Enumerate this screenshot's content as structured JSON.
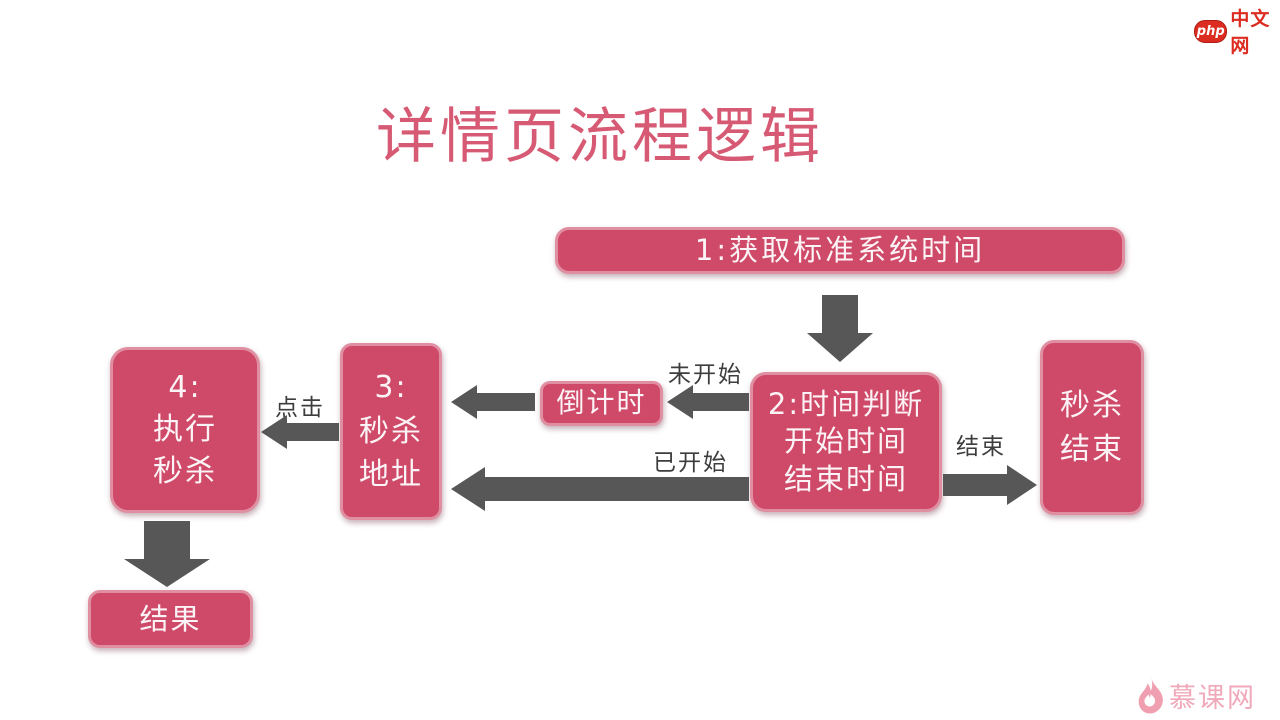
{
  "theme": {
    "box_fill": "#cf4a68",
    "box_border": "#e08fa2",
    "box_text": "#fbf3f5",
    "arrow": "#575757",
    "label": "#3d3d3d",
    "title_color": "#d75a74",
    "brand_red": "#dc2b20",
    "brand_pink": "#f0a9ba"
  },
  "header": {
    "title": "详情页流程逻辑"
  },
  "flowchart": {
    "nodes": [
      {
        "id": "step1",
        "lines": [
          "1:获取标准系统时间"
        ]
      },
      {
        "id": "step2",
        "lines": [
          "2:时间判断",
          "开始时间",
          "结束时间"
        ]
      },
      {
        "id": "countdown",
        "lines": [
          "倒计时"
        ]
      },
      {
        "id": "step3",
        "lines": [
          "3:",
          "秒杀",
          "地址"
        ]
      },
      {
        "id": "step4",
        "lines": [
          "4:",
          "执行",
          "秒杀"
        ]
      },
      {
        "id": "result",
        "lines": [
          "结果"
        ]
      },
      {
        "id": "end",
        "lines": [
          "秒杀",
          "结束"
        ]
      }
    ],
    "edge_labels": {
      "not_started": "未开始",
      "started": "已开始",
      "click": "点击",
      "finished": "结束"
    }
  },
  "branding": {
    "top_right": {
      "badge": "php",
      "name": "中文网"
    },
    "bottom_right": {
      "name": "慕课网"
    }
  }
}
